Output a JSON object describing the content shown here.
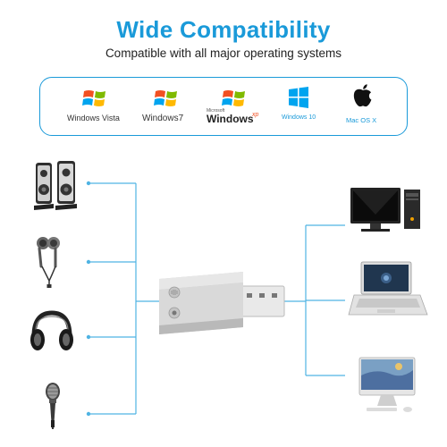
{
  "header": {
    "title": "Wide Compatibility",
    "subtitle": "Compatible with all major operating systems"
  },
  "os_list": [
    {
      "name": "Windows Vista",
      "icon": "windows-flag-icon"
    },
    {
      "name": "Windows7",
      "icon": "windows-flag-icon"
    },
    {
      "name_small": "Microsoft",
      "name": "Windows",
      "suffix": "xp",
      "icon": "windows-flag-icon"
    },
    {
      "name": "Windows 10",
      "icon": "windows-10-logo-icon"
    },
    {
      "name": "Mac OS X",
      "icon": "apple-logo-icon"
    }
  ],
  "inputs": [
    {
      "icon": "speakers-icon"
    },
    {
      "icon": "earphones-icon"
    },
    {
      "icon": "headphones-icon"
    },
    {
      "icon": "microphone-icon"
    }
  ],
  "outputs": [
    {
      "icon": "desktop-computer-icon"
    },
    {
      "icon": "laptop-icon"
    },
    {
      "icon": "imac-icon"
    }
  ],
  "device": {
    "icon": "usb-sound-card-icon"
  },
  "colors": {
    "accent": "#1a9ad9",
    "line": "#4fb3e3",
    "win_red": "#f25022",
    "win_green": "#7fba00",
    "win_blue": "#00a4ef",
    "win_yellow": "#ffb900"
  }
}
